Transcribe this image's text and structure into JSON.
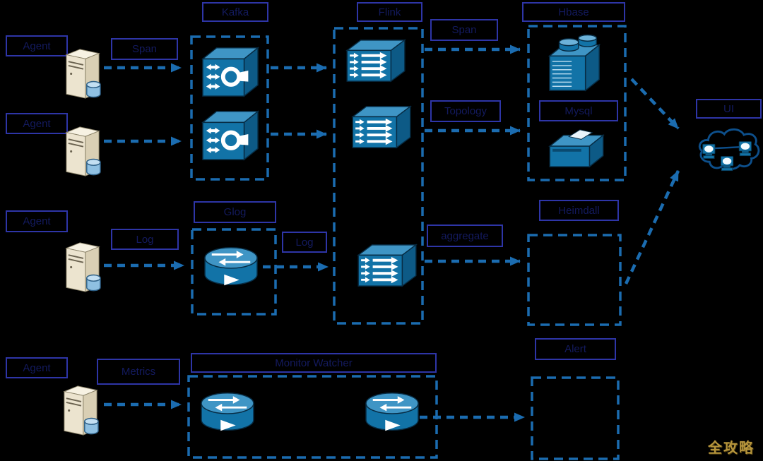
{
  "colors": {
    "background": "#000000",
    "label_box_border": "#2e35a7",
    "label_text": "#131a5e",
    "flow_blue": "#1b6cb0",
    "icon_blue": "#1273a7",
    "icon_blue_dark": "#0d5a86",
    "icon_blue_light": "#3f95c5",
    "server_beige": "#ece4cf",
    "watermark_gold": "#b6953c"
  },
  "agents": [
    {
      "label": "Agent"
    },
    {
      "label": "Agent"
    },
    {
      "label": "Agent"
    },
    {
      "label": "Agent"
    }
  ],
  "clusters": {
    "kafka": {
      "label": "Kafka"
    },
    "flink": {
      "label": "Flink"
    },
    "hbase": {
      "label": "Hbase"
    },
    "mysql": {
      "label": "Mysql"
    },
    "heimdall": {
      "label": "Heimdall"
    },
    "glog": {
      "label": "Glog"
    },
    "monitor_watcher": {
      "label": "Monitor Watcher"
    },
    "alert": {
      "label": "Alert"
    },
    "ui": {
      "label": "UI"
    }
  },
  "flows": {
    "agent_span": {
      "label": "Span"
    },
    "flink_span": {
      "label": "Span"
    },
    "topology": {
      "label": "Topology"
    },
    "aggregate": {
      "label": "aggregate"
    },
    "agent_log": {
      "label": "Log"
    },
    "glog_log": {
      "label": "Log"
    },
    "metrics": {
      "label": "Metrics"
    }
  },
  "watermark": "全攻略"
}
